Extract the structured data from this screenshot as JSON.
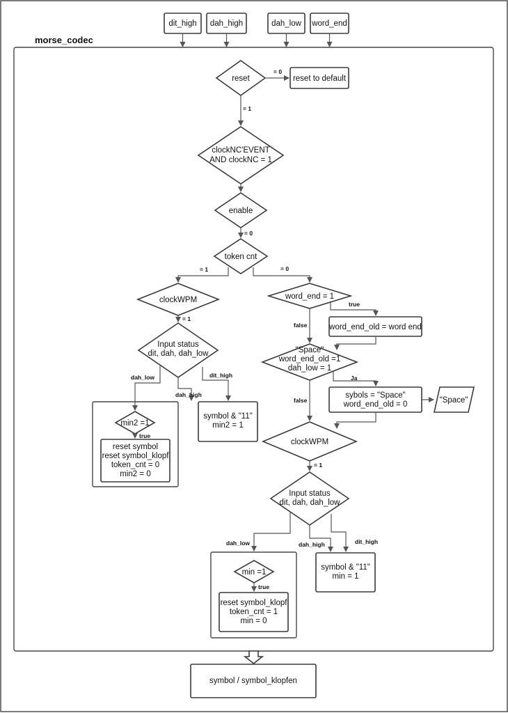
{
  "title": "morse_codec",
  "colors": {
    "stroke": "#3a3a3a",
    "line": "#555555",
    "text": "#111111",
    "background": "#ffffff"
  },
  "inputs": [
    "dit_high",
    "dah_high",
    "dah_low",
    "word_end"
  ],
  "nodes": {
    "reset": "reset",
    "reset_default": "reset to default",
    "clock_event": [
      "clockNC'EVENT",
      "AND clockNC = 1"
    ],
    "enable": "enable",
    "token_cnt": "token cnt",
    "clockwpm_left": "clockWPM",
    "input_status_left": [
      "Input status",
      "dit, dah, dah_low"
    ],
    "min2": "min2 =1",
    "reset_left": [
      "reset symbol",
      "reset symbol_klopf",
      "token_cnt = 0",
      "min2 = 0"
    ],
    "symbol_left": [
      "symbol & \"11\"",
      "min2 = 1"
    ],
    "word_end": "word_end = 1",
    "word_end_old": "word_end_old = word end",
    "space_check": [
      "\"Space\"",
      "word_end_old =1",
      "dah_low = 1"
    ],
    "sybols": [
      "sybols = \"Space\"",
      "word_end_old = 0"
    ],
    "space_out": "\"Space\"",
    "clockwpm_right": "clockWPM",
    "input_status_right": [
      "Input status",
      "dit, dah, dah_low"
    ],
    "min": "min =1",
    "reset_right": [
      "reset symbol_klopf",
      "token_cnt = 1",
      "min = 0"
    ],
    "symbol_right": [
      "symbol & \"11\"",
      "min = 1"
    ],
    "output": "symbol / symbol_klopfen"
  },
  "edges": {
    "reset_0": "= 0",
    "reset_1": "= 1",
    "enable_0": "= 0",
    "token_1": "= 1",
    "token_0": "= 0",
    "clockwpm_left_1": "= 1",
    "left_dah_low": "dah_low",
    "left_dah_high": "dah_high",
    "left_dit_high": "dit_high",
    "min2_true": "true",
    "word_end_true": "true",
    "word_end_false": "false",
    "space_ja": "Ja",
    "space_false": "false",
    "clockwpm_right_1": "= 1",
    "right_dah_low": "dah_low",
    "right_dah_high": "dah_high",
    "right_dit_high": "dit_high",
    "min_true": "true"
  }
}
